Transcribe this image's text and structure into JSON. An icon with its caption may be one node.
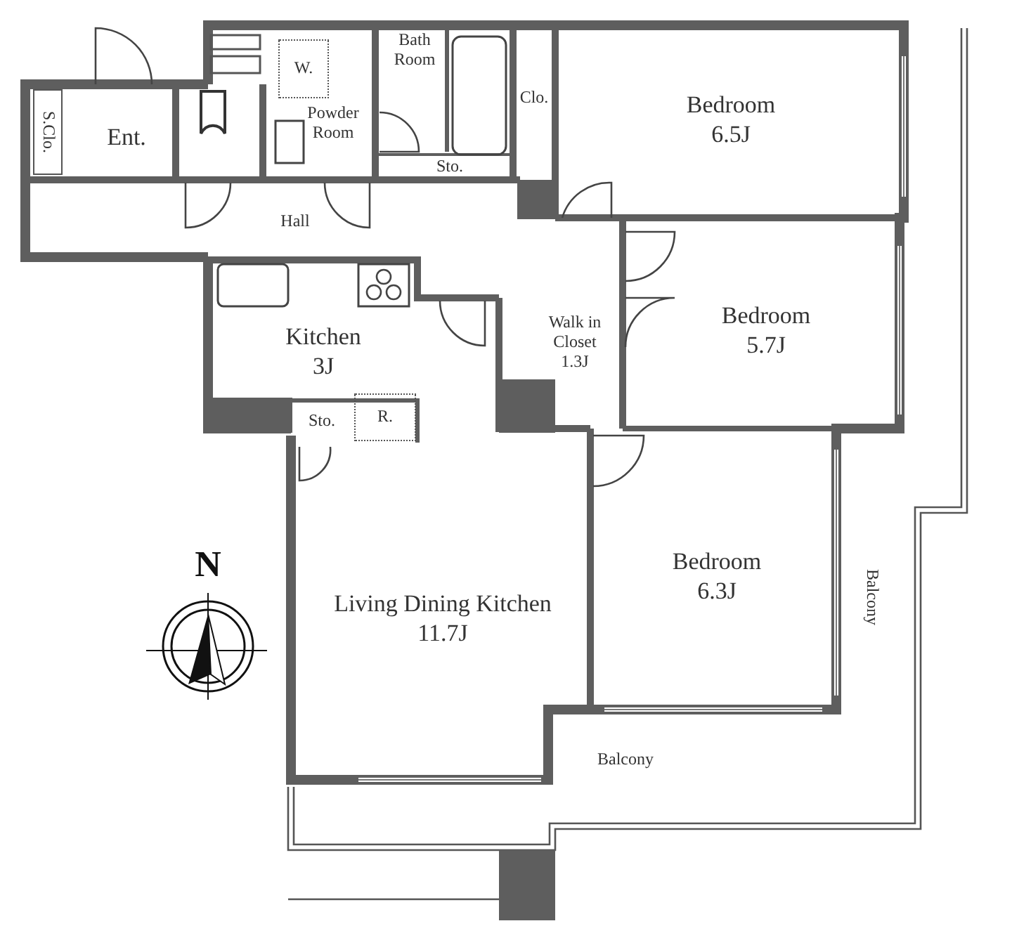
{
  "diagram": {
    "nodes": [
      {
        "text": [
          "S.Clo."
        ]
      },
      {
        "text": [
          "Ent."
        ]
      },
      {
        "text": [
          "Powder Room"
        ]
      },
      {
        "text": [
          "W."
        ],
        "in": 2
      },
      {
        "text": [
          "Bath Room"
        ]
      },
      {
        "text": [
          "Clo."
        ]
      },
      {
        "text": [
          "Bedroom",
          "6.5J"
        ]
      },
      {
        "text": [
          "Sto."
        ]
      },
      {
        "text": [
          "Hall"
        ]
      },
      {
        "text": [
          "Kitchen",
          "3J"
        ]
      },
      {
        "text": [
          "Walk in Closet",
          "1.3J"
        ]
      },
      {
        "text": [
          "Bedroom",
          "5.7J"
        ]
      },
      {
        "text": [
          "Sto."
        ]
      },
      {
        "text": [
          "R."
        ]
      },
      {
        "text": [
          "Living Dining Kitchen",
          "11.7J"
        ]
      },
      {
        "text": [
          "Bedroom",
          "6.3J"
        ]
      },
      {
        "text": [
          "Balcony"
        ]
      },
      {
        "text": [
          "Balcony"
        ]
      }
    ],
    "labels": [
      "N"
    ]
  }
}
